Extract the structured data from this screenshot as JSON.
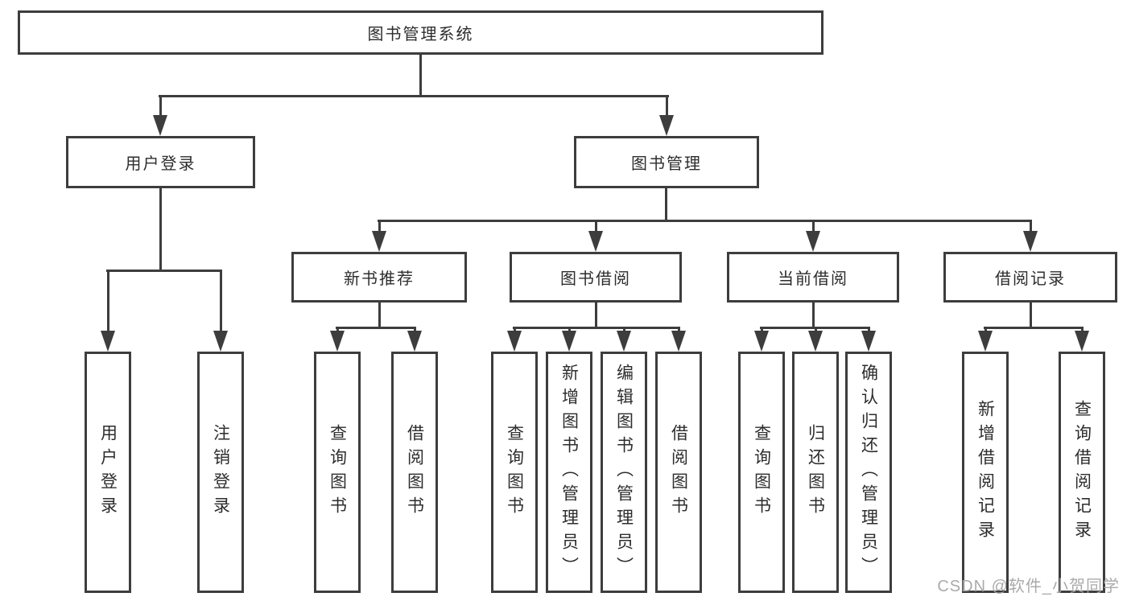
{
  "tree": {
    "root": {
      "label": "图书管理系统"
    },
    "login": {
      "label": "用户登录",
      "leaves": [
        {
          "label": "用户登录"
        },
        {
          "label": "注销登录"
        }
      ]
    },
    "mgmt": {
      "label": "图书管理",
      "groups": [
        {
          "label": "新书推荐",
          "leaves": [
            {
              "label": "查询图书"
            },
            {
              "label": "借阅图书"
            }
          ]
        },
        {
          "label": "图书借阅",
          "leaves": [
            {
              "label": "查询图书"
            },
            {
              "label": "新增图书（管理员）"
            },
            {
              "label": "编辑图书（管理员）"
            },
            {
              "label": "借阅图书"
            }
          ]
        },
        {
          "label": "当前借阅",
          "leaves": [
            {
              "label": "查询图书"
            },
            {
              "label": "归还图书"
            },
            {
              "label": "确认归还（管理员）"
            }
          ]
        },
        {
          "label": "借阅记录",
          "leaves": [
            {
              "label": "新增借阅记录"
            },
            {
              "label": "查询借阅记录"
            }
          ]
        }
      ]
    }
  },
  "colors": {
    "line": "#3d3d3d",
    "text": "#2d2d2d",
    "watermark": "#a5a5a5",
    "background": "#ffffff"
  },
  "watermark": {
    "text": "CSDN @软件_小贺同学"
  }
}
